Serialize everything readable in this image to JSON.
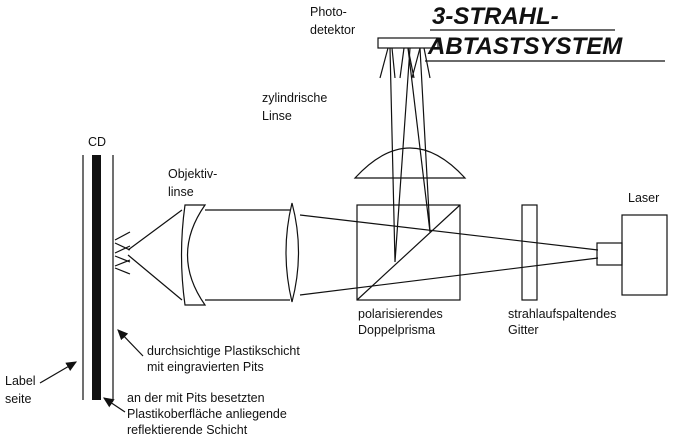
{
  "title": {
    "line1": "3-STRAHL-",
    "line2": "ABTASTSYSTEM"
  },
  "labels": {
    "cd": "CD",
    "photo1": "Photo-",
    "photo2": "detektor",
    "zyl1": "zylindrische",
    "zyl2": "Linse",
    "obj1": "Objektiv-",
    "obj2": "linse",
    "laser": "Laser",
    "prism1": "polarisierendes",
    "prism2": "Doppelprisma",
    "grid1": "strahlaufspaltendes",
    "grid2": "Gitter",
    "plastic1": "durchsichtige Plastikschicht",
    "plastic2": "mit eingravierten Pits",
    "label1": "Label",
    "label2": "seite",
    "refl1": "an der mit Pits besetzten",
    "refl2": "Plastikoberfläche anliegende",
    "refl3": "reflektierende Schicht"
  }
}
